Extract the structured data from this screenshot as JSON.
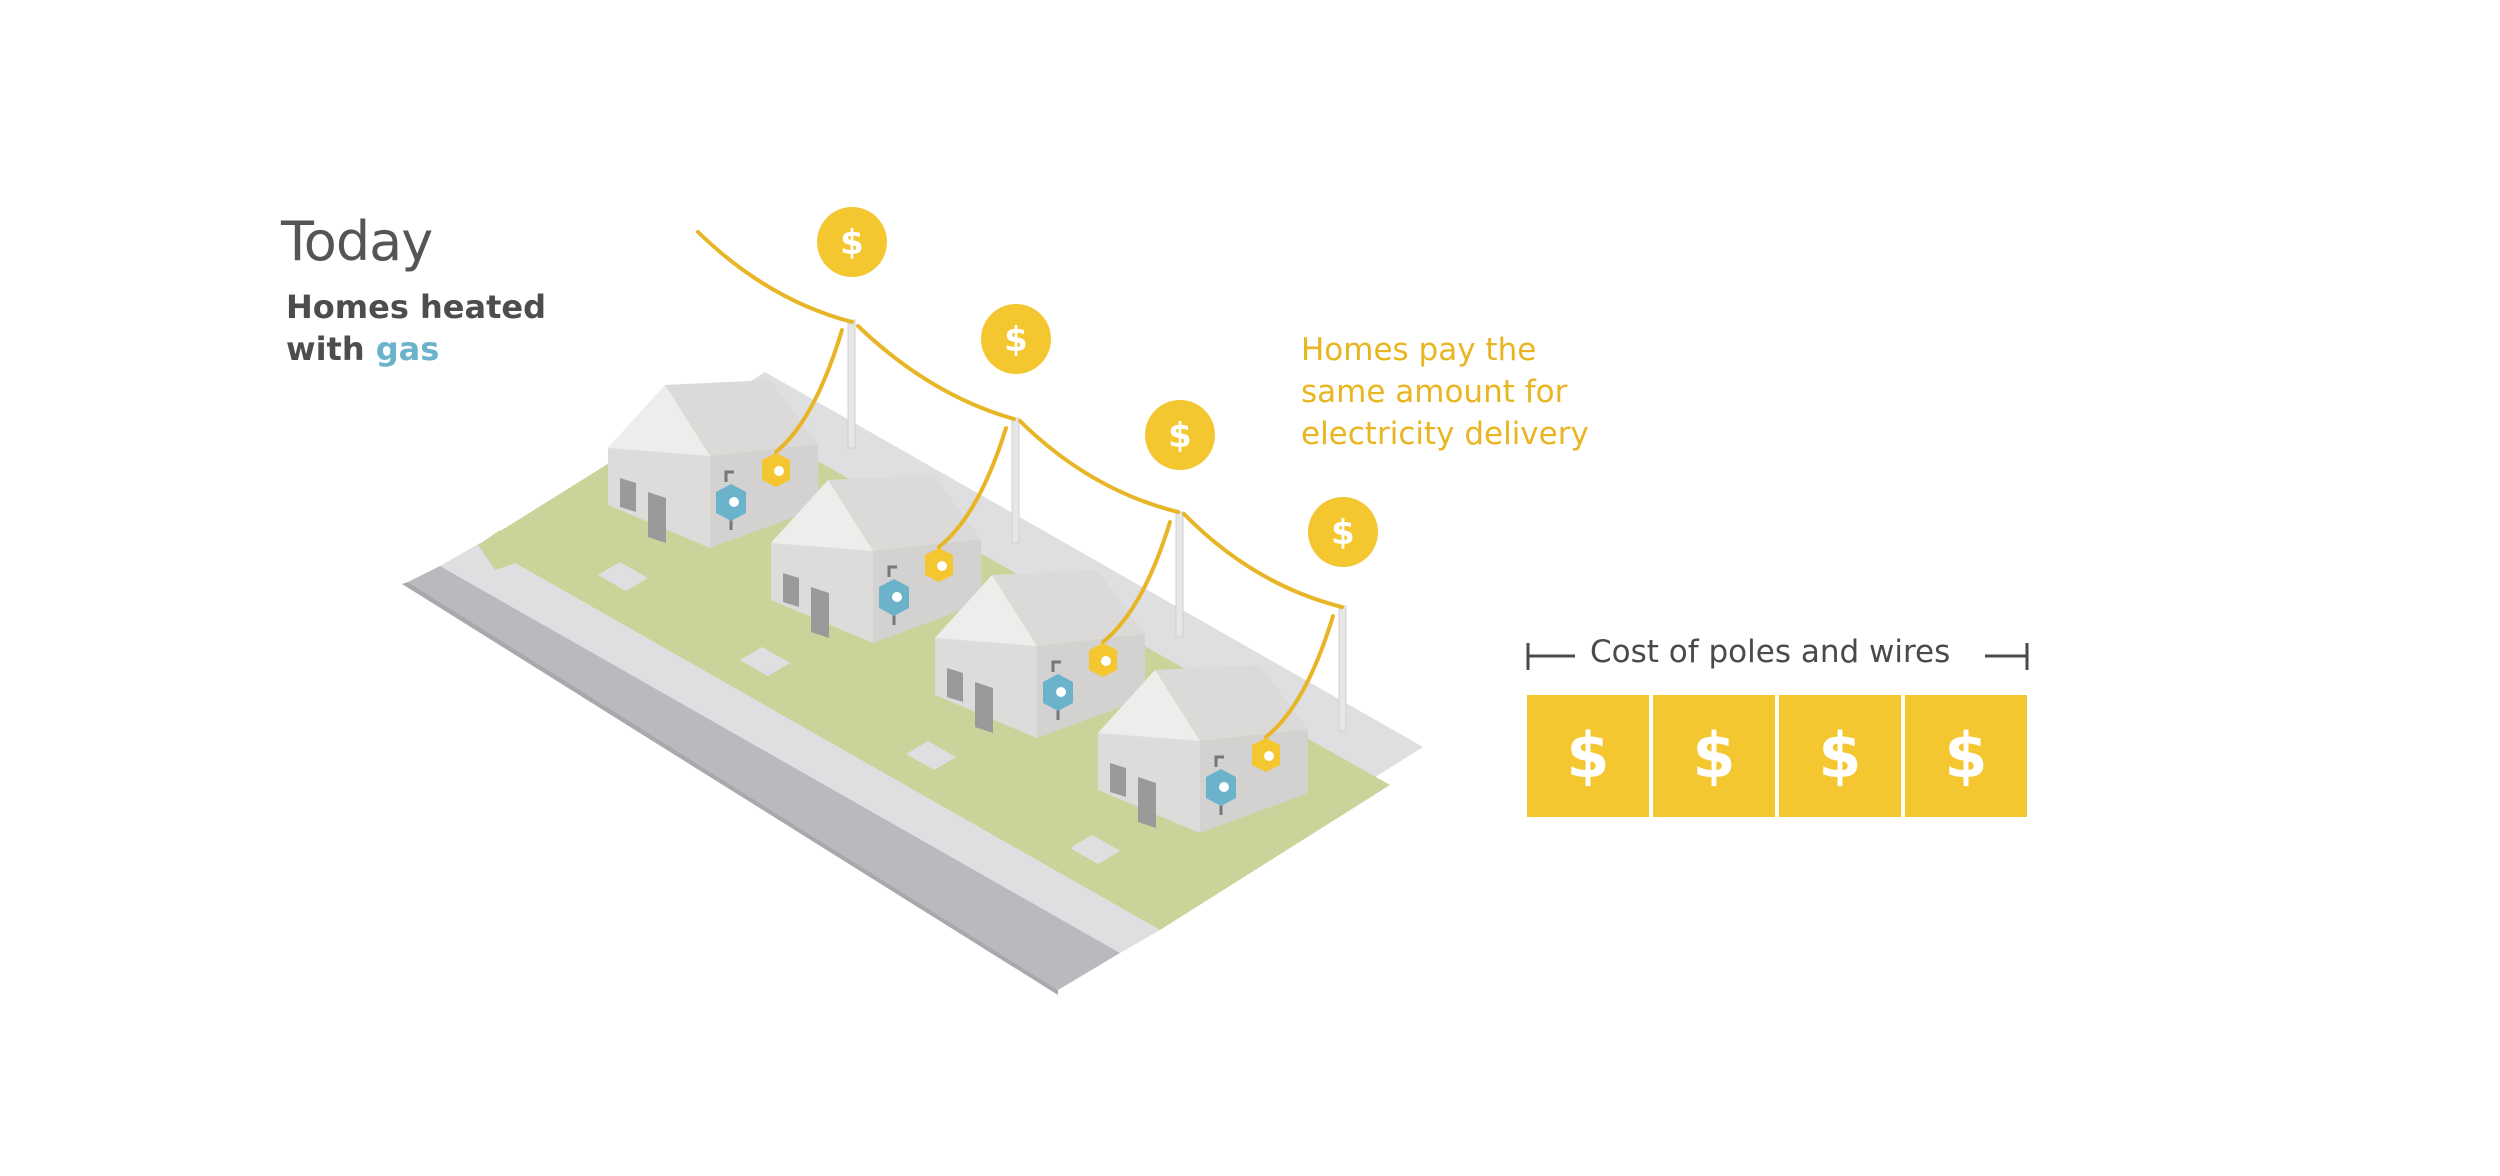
{
  "header": {
    "title": "Today",
    "subtitle_prefix": "Homes heated",
    "subtitle_mid": "with",
    "subtitle_highlight": "gas"
  },
  "annotation": {
    "lines": [
      "Homes pay the",
      "same amount for",
      "electricity delivery"
    ]
  },
  "cost_bar": {
    "label": "Cost of poles and wires",
    "blocks": [
      "$",
      "$",
      "$",
      "$"
    ]
  },
  "illustration": {
    "house_count": 4,
    "pole_coin_symbols": [
      "$",
      "$",
      "$",
      "$"
    ]
  },
  "colors": {
    "accent_yellow": "#f4c62f",
    "wire_yellow": "#e7b526",
    "gas_blue": "#6ab3cb",
    "grass": "#ccd39a",
    "road": "#b8b9bc"
  }
}
